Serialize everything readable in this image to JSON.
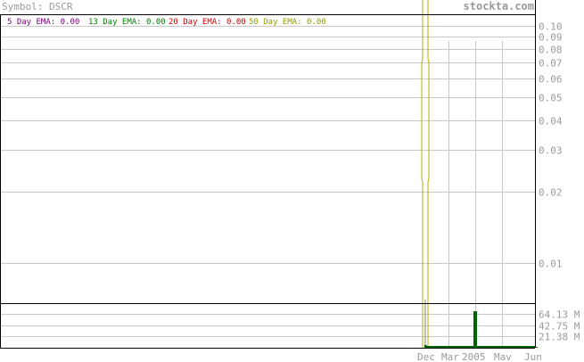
{
  "header": {
    "symbol_label": "Symbol: DSCR",
    "site": "stockta.com"
  },
  "legend": [
    {
      "label": "5 Day EMA:",
      "value": "0.00",
      "color": "#800080"
    },
    {
      "label": "13 Day EMA:",
      "value": "0.00",
      "color": "#008000"
    },
    {
      "label": "20 Day EMA:",
      "value": "0.00",
      "color": "#cc0000"
    },
    {
      "label": "50 Day EMA:",
      "value": "0.00",
      "color": "#999900"
    }
  ],
  "colors": {
    "grid": "#c8c8c8",
    "frame": "#000000",
    "price_line": "#b0b000",
    "volume_bar": "#006400",
    "axis_text": "#9a9a9a"
  },
  "chart_data": {
    "type": "line",
    "price_axis": {
      "scale": "log",
      "ticks": [
        0.1,
        0.09,
        0.08,
        0.07,
        0.06,
        0.05,
        0.04,
        0.03,
        0.02,
        0.01
      ],
      "tick_labels": [
        "0.10",
        "0.09",
        "0.08",
        "0.07",
        "0.06",
        "0.05",
        "0.04",
        "0.03",
        "0.02",
        "0.01"
      ],
      "range": [
        0.0068,
        0.112
      ]
    },
    "volume_axis": {
      "tick_labels": [
        "64.13 M",
        "42.75 M",
        "21.38 M"
      ],
      "ticks": [
        64.13,
        42.75,
        21.38
      ],
      "range": [
        0,
        85.5
      ],
      "unit": "M"
    },
    "x_axis": {
      "labels": [
        "Dec",
        "Mar",
        "2005",
        "Mav",
        "Jun"
      ]
    },
    "volume_series": [
      {
        "month_index": 0,
        "value": 5.0
      },
      {
        "month_index": 1,
        "value": 1.5
      },
      {
        "month_index": 2,
        "value": 70.0
      },
      {
        "month_index": 3,
        "value": 1.5
      },
      {
        "month_index": 4,
        "value": 1.5
      }
    ],
    "grid": true
  }
}
